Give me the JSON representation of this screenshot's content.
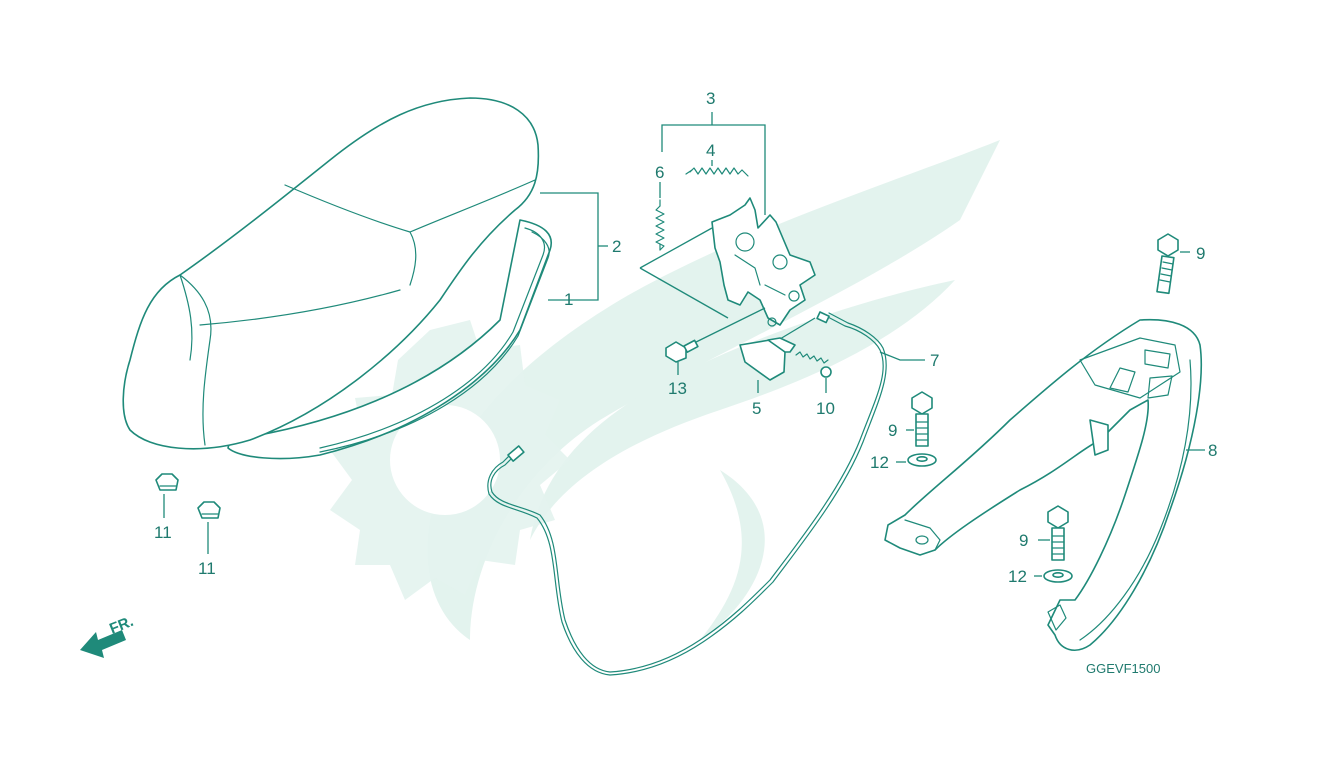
{
  "diagram": {
    "code": "GGEVF1500",
    "direction_label": "FR.",
    "colors": {
      "line": "#1f8a7a",
      "text": "#1f7a6e",
      "watermark": "#e3f3ee"
    },
    "callouts": {
      "c1": "1",
      "c2": "2",
      "c3": "3",
      "c4": "4",
      "c5": "5",
      "c6": "6",
      "c7": "7",
      "c8": "8",
      "c9a": "9",
      "c9b": "9",
      "c9c": "9",
      "c10": "10",
      "c11a": "11",
      "c11b": "11",
      "c12a": "12",
      "c12b": "12",
      "c13": "13"
    }
  }
}
